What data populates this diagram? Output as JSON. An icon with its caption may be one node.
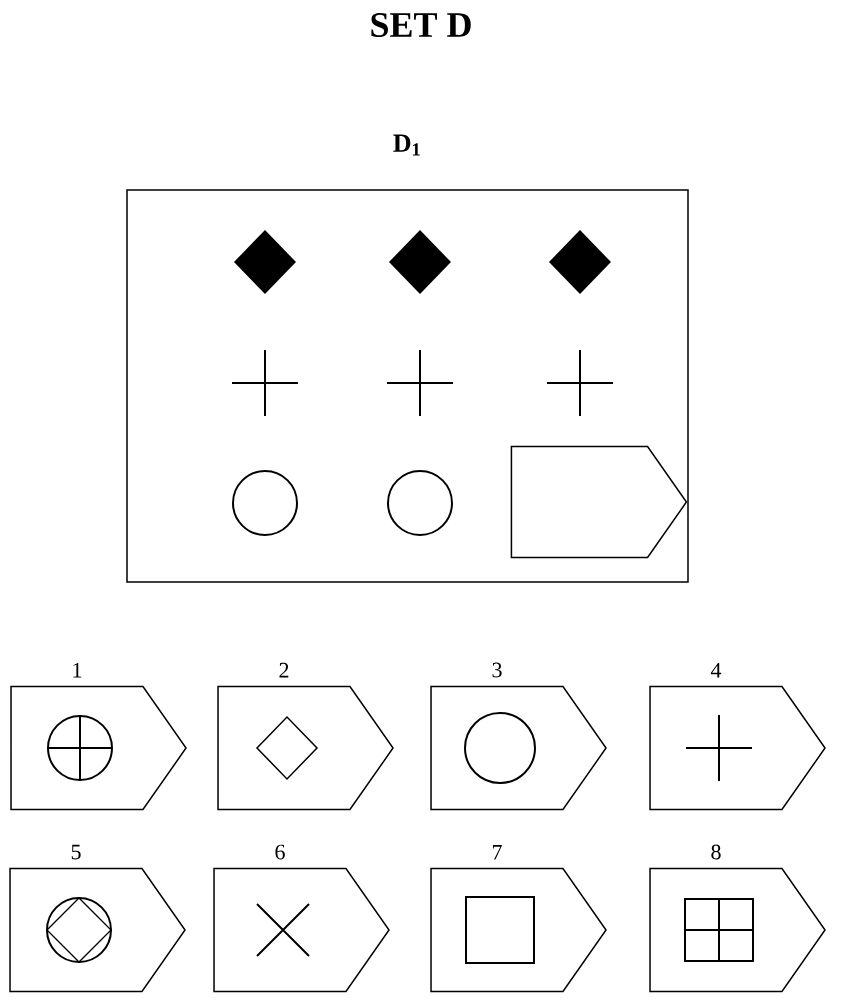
{
  "diagram": {
    "title": "SET D",
    "nodes": [
      {
        "text": [],
        "shape": "box"
      },
      {
        "text": [],
        "shape": "box",
        "in": 0
      },
      {
        "text": [
          "1"
        ]
      },
      {
        "text": [
          "2"
        ]
      },
      {
        "text": [
          "3"
        ]
      },
      {
        "text": [
          "4"
        ]
      },
      {
        "text": [
          "5"
        ]
      },
      {
        "text": [
          "6"
        ]
      },
      {
        "text": [
          "7"
        ]
      },
      {
        "text": [
          "8"
        ]
      }
    ],
    "edges": [],
    "labels": [
      "D$_{1}$"
    ]
  }
}
